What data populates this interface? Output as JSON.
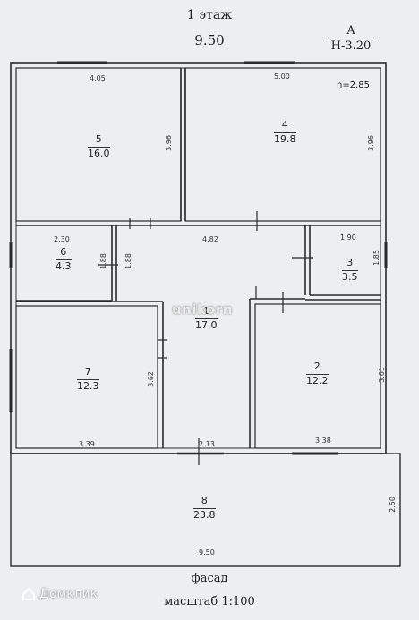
{
  "header": {
    "title": "1 этаж",
    "overall_width": "9.50",
    "section_marker": {
      "letter": "А",
      "height": "Н-3.20"
    }
  },
  "plan": {
    "ceiling_height": "h=2.85",
    "rooms": [
      {
        "id": "5",
        "number": "5",
        "area": "16.0"
      },
      {
        "id": "4",
        "number": "4",
        "area": "19.8"
      },
      {
        "id": "6",
        "number": "6",
        "area": "4.3"
      },
      {
        "id": "3",
        "number": "3",
        "area": "3.5"
      },
      {
        "id": "1",
        "number": "1",
        "area": "17.0"
      },
      {
        "id": "7",
        "number": "7",
        "area": "12.3"
      },
      {
        "id": "2",
        "number": "2",
        "area": "12.2"
      },
      {
        "id": "8",
        "number": "8",
        "area": "23.8"
      }
    ],
    "dimensions": {
      "room5_width": "4.05",
      "room5_depth": "3.96",
      "room4_width": "5.00",
      "room4_depth": "3.96",
      "room6_width": "2.30",
      "room6_depth": "1.88",
      "hall_width": "4.82",
      "hall_left_depth": "1.88",
      "room3_width": "1.90",
      "room3_depth": "1.85",
      "room7_depth": "3.62",
      "room2_depth": "3.61",
      "room7_width": "3.39",
      "hall_bottom_width": "2.13",
      "room2_width": "3.38",
      "room8_depth": "2.50",
      "bottom_width": "9.50"
    }
  },
  "footer": {
    "facade": "фасад",
    "scale": "масштаб 1:100"
  },
  "branding": {
    "overlay_logo": "unikorn",
    "watermark": "Домклик"
  }
}
